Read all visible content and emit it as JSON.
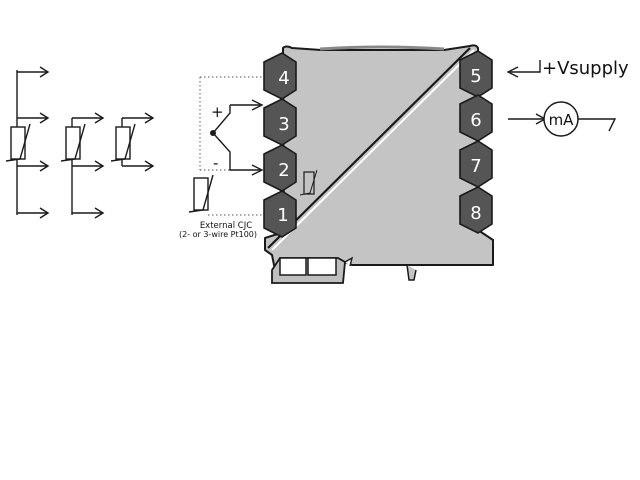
{
  "terminals": {
    "left": [
      "4",
      "3",
      "2",
      "1"
    ],
    "right": [
      "5",
      "6",
      "7",
      "8"
    ]
  },
  "input": {
    "plus": "+",
    "minus": "-",
    "cjc_line1": "External CJC",
    "cjc_line2": "(2- or 3-wire Pt100)"
  },
  "output": {
    "supply": "+Vsupply",
    "meter": "mA"
  },
  "colors": {
    "housing": "#c4c4c4",
    "terminal": "#555555",
    "outline": "#1a1a1a"
  }
}
